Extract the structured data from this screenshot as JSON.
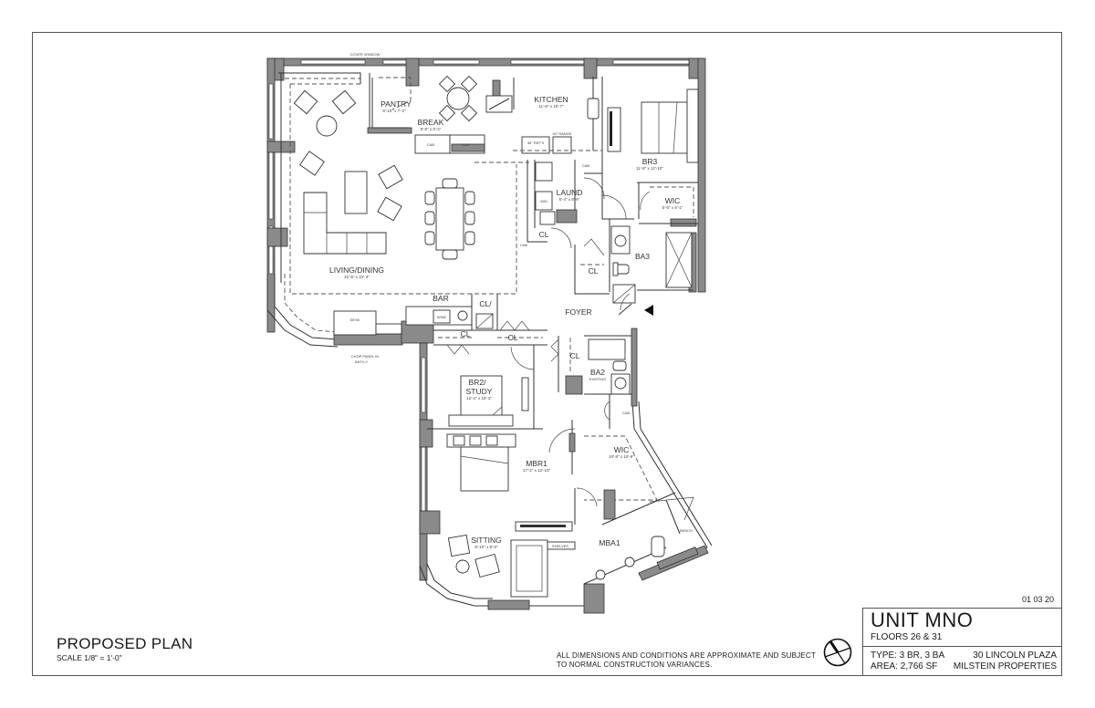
{
  "sheet": {
    "date": "01 03 20",
    "plan_title": "PROPOSED PLAN",
    "plan_scale": "SCALE 1/8\" = 1'-0\"",
    "disclaimer_line1": "ALL DIMENSIONS AND CONDITIONS ARE APPROXIMATE AND SUBJECT",
    "disclaimer_line2": "TO NORMAL CONSTRUCTION VARIANCES."
  },
  "title_block": {
    "unit": "UNIT MNO",
    "floors": "FLOORS 26 & 31",
    "type": "TYPE: 3 BR, 3 BA",
    "area": "AREA: 2,766 SF",
    "address": "30 LINCOLN PLAZA",
    "company": "MILSTEIN PROPERTIES"
  },
  "rooms": {
    "living": {
      "name": "LIVING/DINING",
      "dims": "31'-6\" x 22'-3\""
    },
    "pantry": {
      "name": "PANTRY",
      "dims": "5'-10\" x 7'-2\""
    },
    "break": {
      "name": "BREAK",
      "dims": "8'-8\" x 8'-4\""
    },
    "kitchen": {
      "name": "KITCHEN",
      "dims": "11'-8\" x 10'-7\""
    },
    "br3": {
      "name": "BR3",
      "dims": "11'-8\" x 12'-10\""
    },
    "wic3": {
      "name": "WIC",
      "dims": "5'-6\" x 5'-1\""
    },
    "laund": {
      "name": "LAUND",
      "dims": "5'-4\" x 6'-6\""
    },
    "ba3": {
      "name": "BA3"
    },
    "foyer": {
      "name": "FOYER"
    },
    "bar": {
      "name": "BAR"
    },
    "br2": {
      "name": "BR2/",
      "name2": "STUDY",
      "dims": "12'-4\" x 10'-3\""
    },
    "ba2": {
      "name": "BA2",
      "note": "EXISTING"
    },
    "mbr1": {
      "name": "MBR1",
      "dims": "17'-2\" x 12'-10\""
    },
    "wic1": {
      "name": "WIC",
      "dims": "10'-8\" x 10'-6\""
    },
    "sitting": {
      "name": "SITTING",
      "dims": "8'-10\" x 8'-0\""
    },
    "mba1": {
      "name": "MBA1"
    }
  },
  "annotations": {
    "closet": "CL",
    "closet_lu": "CL/",
    "cab": "CAB",
    "desk": "DESK",
    "wine": "WINE",
    "shelves": "SHELVES",
    "bench": "BENCH",
    "range": "30\" RANGE",
    "refr": "36\" REF'S",
    "wd": "W/D",
    "cover_window": "COVER WINDOW",
    "chop_panel_1": "CHOP PANEL IN",
    "chop_panel_2": "BATH 2"
  }
}
